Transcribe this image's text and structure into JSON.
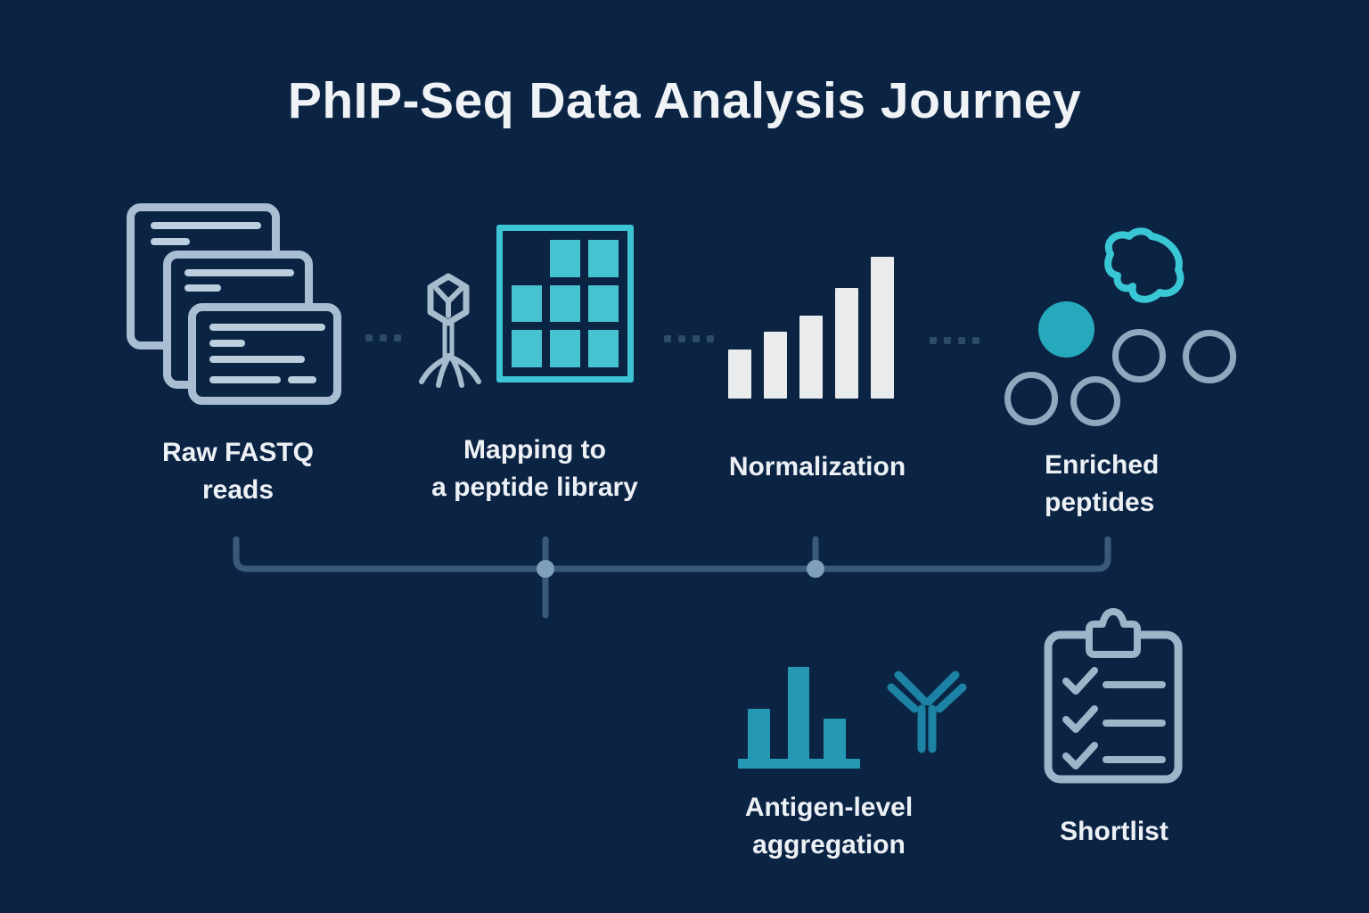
{
  "title": "PhIP-Seq Data Analysis Journey",
  "steps": [
    {
      "id": "raw-fastq-reads",
      "label": "Raw FASTQ reads",
      "lines": [
        "Raw FASTQ",
        "reads"
      ],
      "icon": "stacked-documents-icon"
    },
    {
      "id": "mapping-peptide-library",
      "label": "Mapping to a peptide library",
      "lines": [
        "Mapping to",
        "a peptide library"
      ],
      "icon": "phage-icon + peptide-grid-icon"
    },
    {
      "id": "normalization",
      "label": "Normalization",
      "lines": [
        "Normalization"
      ],
      "icon": "ascending-bars-icon"
    },
    {
      "id": "enriched-peptides",
      "label": "Enriched peptides",
      "lines": [
        "Enriched",
        "peptides"
      ],
      "icon": "peptide-blob-and-circles-icon"
    },
    {
      "id": "antigen-level-aggregation",
      "label": "Antigen-level aggregation",
      "lines": [
        "Antigen-level",
        "aggregation"
      ],
      "icon": "teal-bar-chart-icon + antibody-icon"
    },
    {
      "id": "shortlist",
      "label": "Shortlist",
      "lines": [
        "Shortlist"
      ],
      "icon": "clipboard-checklist-icon"
    }
  ],
  "colors": {
    "background": "#0b2444",
    "text": "#edf1f5",
    "icon_slate": "#a9bed2",
    "cyan_bright": "#3ec5d4",
    "teal_fill": "#27a9bd",
    "teal_dark": "#1d83a4",
    "teal_chart": "#2599b4",
    "white_bars": "#e9ebed",
    "connector_line": "#3b5a7b",
    "connector_dot": "#7f9fbb",
    "separator_dot": "#2e4a68"
  }
}
